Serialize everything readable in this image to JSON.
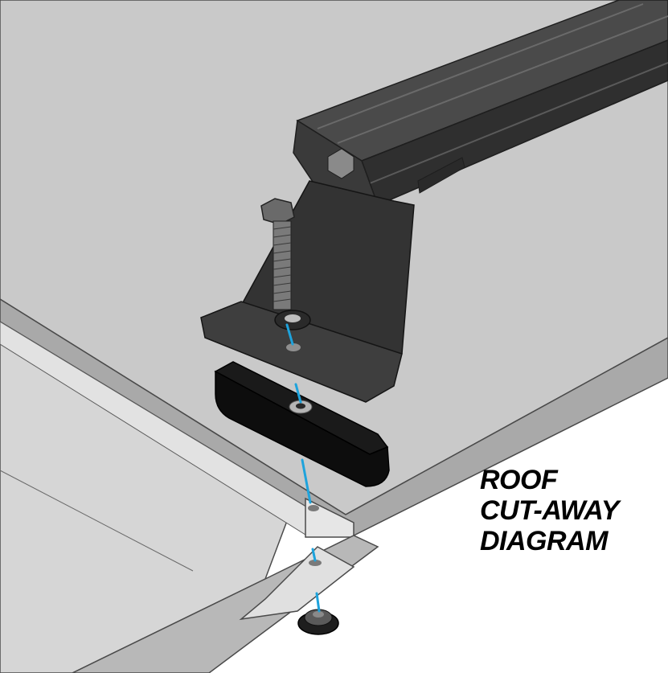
{
  "diagram": {
    "caption_lines": [
      "ROOF",
      "CUT-AWAY",
      "DIAGRAM"
    ],
    "colors": {
      "roof_panel": "#cdcdcd",
      "roof_edge": "#9a9a9a",
      "roof_lower_panel": "#d8d8d8",
      "crossbar_rail": "#3a3a3a",
      "bracket": "#2e2e2e",
      "rubber_spacer": "#0d0d0d",
      "bolt": "#5a5a5a",
      "washer": "#bdbdbd",
      "fastener_axis_line": "#1ea3dc",
      "caption_text": "#000000"
    },
    "components": [
      "roof-panel",
      "crossbar-rail",
      "mounting-bracket",
      "hex-bolt",
      "washer",
      "rubber-spacer-block",
      "roof-flange",
      "backing-plate",
      "flange-nut",
      "fastener-axis-line"
    ]
  }
}
